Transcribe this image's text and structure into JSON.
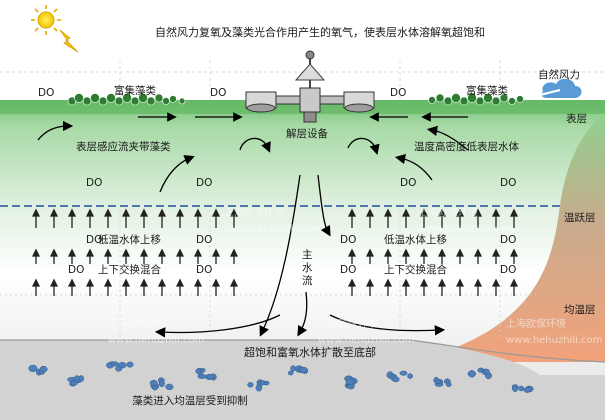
{
  "top_caption": "自然风力复氧及藻类光合作用产生的氧气，使表层水体溶解氧超饱和",
  "do_label": "DO",
  "algae_label": "富集藻类",
  "wind_label": "自然风力",
  "layers": {
    "surface": "表层",
    "thermocline": "温跃层",
    "uniform": "均温层"
  },
  "labels": {
    "surface_flow": "表层感应流夹带藻类",
    "device": "解层设备",
    "high_temp": "温度高密度低表层水体",
    "low_temp_up": "低温水体上移",
    "mixing": "上下交换混合",
    "main_flow": "主水流",
    "diffuse": "超饱和富氧水体扩散至底部",
    "suppressed": "藻类进入均温层受到抑制"
  },
  "watermark": {
    "name": "上海欧保环境",
    "url": "www.hehuzhili.com"
  },
  "colors": {
    "sky": "#ffffff",
    "surface_green": "#6cbf6c",
    "water_green": "#c8e6c8",
    "water_deep": "#e6ebea",
    "land": "#f0a070",
    "thermocline_line": "#1e4fa0",
    "sediment": "#c8c8c8",
    "algae": "#2e8b2e"
  }
}
